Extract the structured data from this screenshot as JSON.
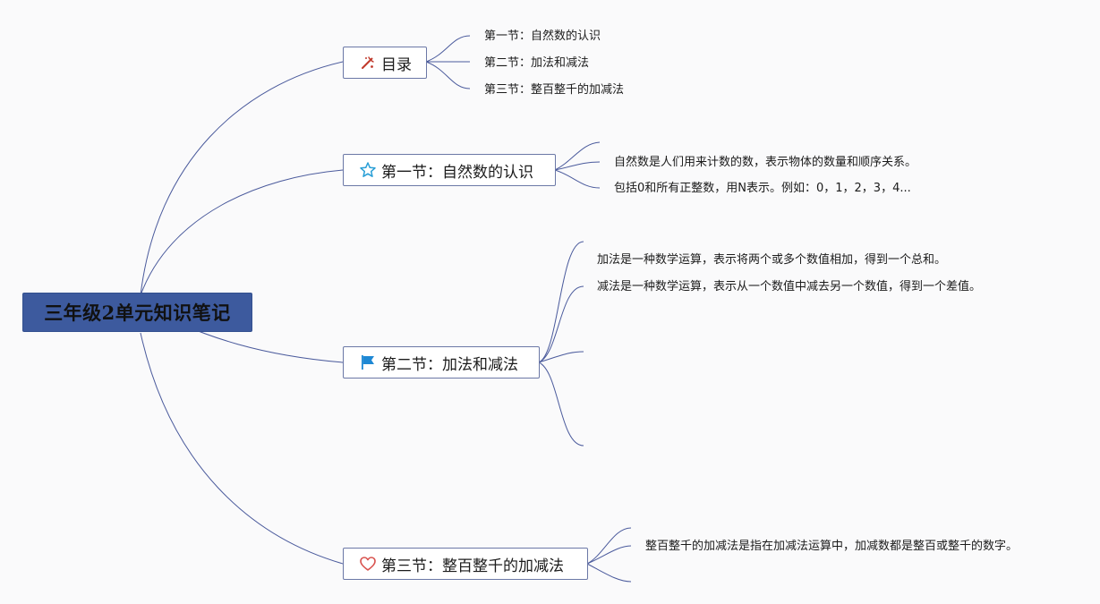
{
  "root": {
    "label": "三年级2单元知识笔记"
  },
  "topics": [
    {
      "label": "目录",
      "icon": "tools-icon",
      "children": [
        "第一节：自然数的认识",
        "第二节：加法和减法",
        "第三节：整百整千的加减法"
      ]
    },
    {
      "label": "第一节：自然数的认识",
      "icon": "star-icon",
      "children": [
        "",
        "自然数是人们用来计数的数，表示物体的数量和顺序关系。",
        "包括0和所有正整数，用N表示。例如：0，1，2，3，4..."
      ]
    },
    {
      "label": "第二节：加法和减法",
      "icon": "flag-icon",
      "children": [
        "加法是一种数学运算，表示将两个或多个数值相加，得到一个总和。",
        "减法是一种数学运算，表示从一个数值中减去另一个数值，得到一个差值。",
        "",
        ""
      ]
    },
    {
      "label": "第三节：整百整千的加减法",
      "icon": "heart-icon",
      "children": [
        "",
        "整百整千的加减法是指在加减法运算中，加减数都是整百或整千的数字。",
        ""
      ]
    }
  ],
  "colors": {
    "root_fill": "#3d5a9e",
    "line": "#4a5a9c",
    "topic_border": "#6b78a6",
    "tools_icon": "#c0392b",
    "star_icon": "#2a9fd6",
    "flag_icon": "#1e88d4",
    "heart_icon": "#d9534f"
  }
}
